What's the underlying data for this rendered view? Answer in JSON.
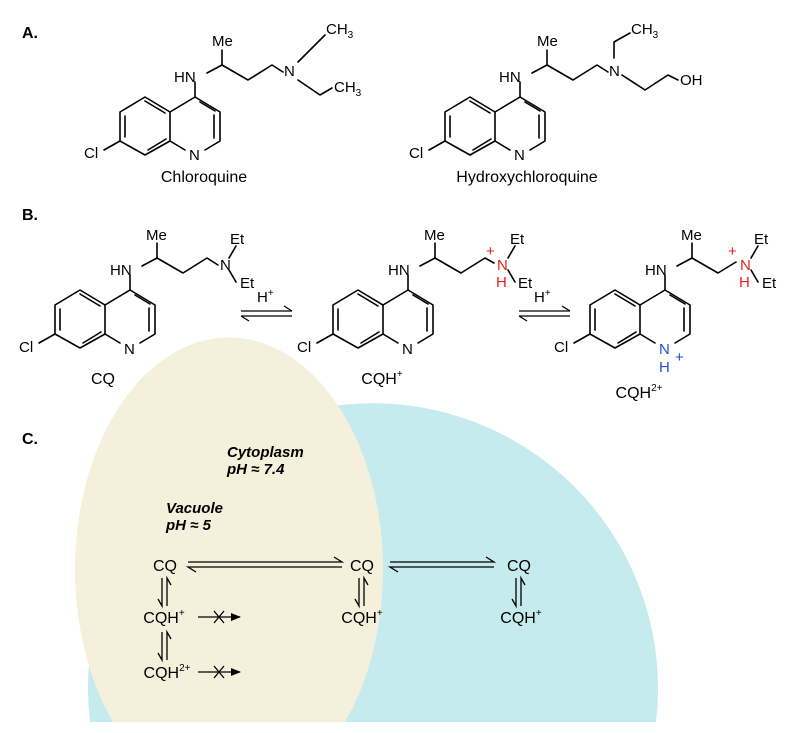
{
  "panel_a": {
    "label": "A.",
    "chloroquine": {
      "name": "Chloroquine",
      "atoms": {
        "me": "Me",
        "hn": "HN",
        "n_amine": "N",
        "ch3_upper": "CH",
        "ch3_lower": "CH",
        "sub3": "3",
        "cl": "Cl",
        "n_ring": "N"
      }
    },
    "hydroxychloroquine": {
      "name": "Hydroxychloroquine",
      "atoms": {
        "me": "Me",
        "hn": "HN",
        "n_amine": "N",
        "ch3": "CH",
        "sub3": "3",
        "oh": "OH",
        "cl": "Cl",
        "n_ring": "N"
      }
    }
  },
  "panel_b": {
    "label": "B.",
    "cq": {
      "name": "CQ",
      "me": "Me",
      "hn": "HN",
      "n_amine": "N",
      "et1": "Et",
      "et2": "Et",
      "cl": "Cl",
      "n_ring": "N"
    },
    "cqh": {
      "name_base": "CQH",
      "name_sup": "+",
      "me": "Me",
      "hn": "HN",
      "n_amine": "N",
      "h_amine": "H",
      "plus_amine": "+",
      "et1": "Et",
      "et2": "Et",
      "cl": "Cl",
      "n_ring": "N"
    },
    "cqh2": {
      "name_base": "CQH",
      "name_sup": "2+",
      "me": "Me",
      "hn": "HN",
      "n_amine": "N",
      "h_amine": "H",
      "plus_amine": "+",
      "et1": "Et",
      "et2": "Et",
      "cl": "Cl",
      "n_ring": "N",
      "h_ring": "H",
      "plus_ring": "+"
    },
    "eq1": {
      "base": "H",
      "sup": "+"
    },
    "eq2": {
      "base": "H",
      "sup": "+"
    }
  },
  "panel_c": {
    "label": "C.",
    "cytoplasm": {
      "title": "Cytoplasm",
      "ph": "pH ≈ 7.4"
    },
    "vacuole": {
      "title": "Vacuole",
      "ph": "pH ≈ 5"
    },
    "species": {
      "vac_cq": "CQ",
      "vac_cqh_base": "CQH",
      "vac_cqh_sup": "+",
      "vac_cqh2_base": "CQH",
      "vac_cqh2_sup": "2+",
      "cyto_cq": "CQ",
      "cyto_cqh_base": "CQH",
      "cyto_cqh_sup": "+",
      "out_cq": "CQ",
      "out_cqh_base": "CQH",
      "out_cqh_sup": "+"
    }
  },
  "colors": {
    "cytoplasm": "#c5ebef",
    "vacuole": "#f5f0dc",
    "protonation_red": "#e8211c",
    "protonation_blue": "#1f4fd6"
  }
}
